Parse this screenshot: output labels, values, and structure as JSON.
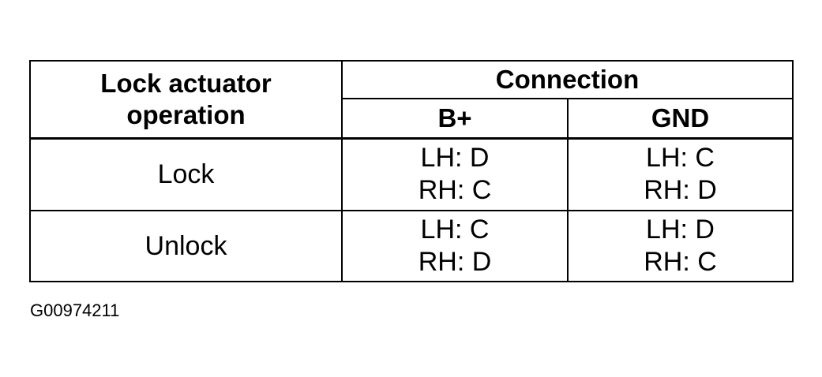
{
  "table": {
    "header": {
      "operation": [
        "Lock actuator",
        "operation"
      ],
      "connection": "Connection",
      "bplus": "B+",
      "gnd": "GND"
    },
    "rows": [
      {
        "operation": "Lock",
        "bplus": [
          "LH: D",
          "RH: C"
        ],
        "gnd": [
          "LH: C",
          "RH: D"
        ]
      },
      {
        "operation": "Unlock",
        "bplus": [
          "LH: C",
          "RH: D"
        ],
        "gnd": [
          "LH: D",
          "RH: C"
        ]
      }
    ]
  },
  "figure_id": "G00974211"
}
